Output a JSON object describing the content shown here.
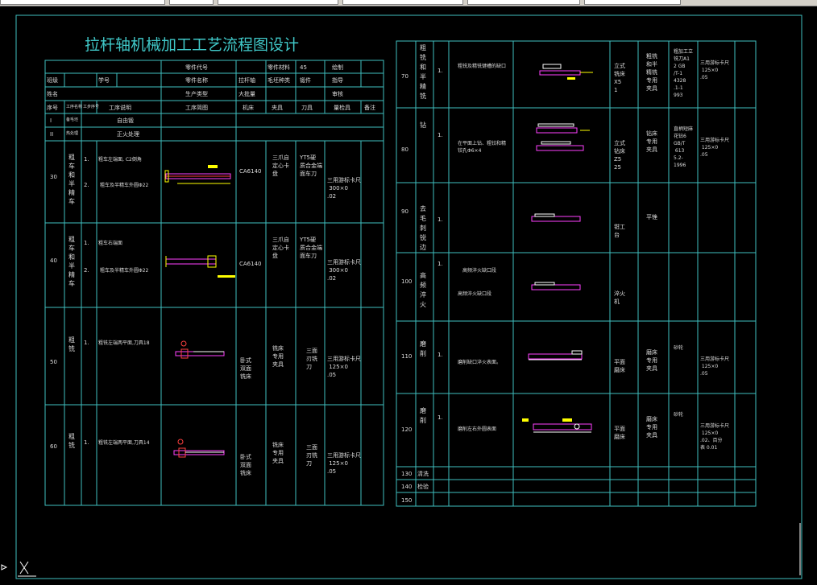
{
  "title": "拉杆轴机械加工工艺流程图设计",
  "colors": {
    "grid": "#3fbfbf",
    "text": "#dcdcdc",
    "accent": "#ffff00",
    "part": "#ff40ff"
  },
  "left_header": {
    "r1": {
      "part_code": "零件代号",
      "material": "零件材料",
      "material_val": "45",
      "drawn": "绘制"
    },
    "r2": {
      "class": "班级",
      "student_no": "学号",
      "part_name": "零件名称",
      "part_name_val": "拉杆轴",
      "blank": "毛坯种类",
      "blank_val": "锻件",
      "guide": "指导"
    },
    "r3": {
      "name": "姓名",
      "prod_type": "生产类型",
      "prod_val": "大批量",
      "review": "审核"
    },
    "cols": {
      "no": "序号",
      "proc": "工序名称",
      "step": "工步序号",
      "desc": "工序说明",
      "sketch": "工序简图",
      "machine": "机床",
      "fixture": "夹具",
      "tool": "刀具",
      "gauge": "量检具",
      "note": "备注"
    }
  },
  "left_rows": [
    {
      "no": "I",
      "proc": "备毛坯",
      "desc": "自由锻"
    },
    {
      "no": "II",
      "proc": "热处理",
      "desc": "正火处理"
    },
    {
      "no": "30",
      "proc": "粗车和半精车",
      "steps": [
        "1.",
        "2."
      ],
      "descs": [
        "粗车左端面, C2倒角",
        "粗车及半精车外圆Φ22"
      ],
      "machine": "CA6140",
      "fixture": "三爪自定心卡盘",
      "tool": "YT5硬质合金端面车刀",
      "gauge": "三用游标卡尺 300×0.02"
    },
    {
      "no": "40",
      "proc": "粗车和半精车",
      "steps": [
        "1.",
        "2."
      ],
      "descs": [
        "粗车右端面",
        "粗车及半精车外圆Φ22"
      ],
      "machine": "CA6140",
      "fixture": "三爪自定心卡盘",
      "tool": "YT5硬质合金端面车刀",
      "gauge": "三用游标卡尺 300×0.02"
    },
    {
      "no": "50",
      "proc": "粗铣",
      "steps": [
        "1."
      ],
      "descs": [
        "粗铣左端两平面,刀具18"
      ],
      "machine": "卧式双面铣床",
      "fixture": "铣床专用夹具",
      "tool": "三面刃铣刀",
      "gauge": "三用游标卡尺 125×0.05"
    },
    {
      "no": "60",
      "proc": "粗铣",
      "steps": [
        "1."
      ],
      "descs": [
        "粗铣左端两平面,刀具14"
      ],
      "machine": "卧式双面铣床",
      "fixture": "铣床专用夹具",
      "tool": "三面刃铣刀",
      "gauge": "三用游标卡尺 125×0.05"
    }
  ],
  "right_rows": [
    {
      "no": "70",
      "proc": "粗铣和半精铣",
      "step": "1.",
      "desc": "粗铣及精铣键槽的缺口",
      "machine": "立式铣床X51",
      "fixture": "粗铣和半精铣专用夹具",
      "tool": "粗加工立铣刀A12 GB/T-14328.1-1993",
      "gauge": "三用游标卡尺 125×0.05"
    },
    {
      "no": "80",
      "proc": "钻",
      "step": "1.",
      "desc": "在平面上钻、粗铰和精铰孔Φ6×4",
      "machine": "立式钻床Z525",
      "fixture": "钻床专用夹具",
      "tool": "直柄短麻花钻6 GB/T 6135.2-1996",
      "gauge": "三用游标卡尺 125×0.05"
    },
    {
      "no": "90",
      "proc": "去毛刺锐边",
      "step": "1.",
      "desc": "",
      "machine": "钳工台",
      "fixture": "平锉",
      "tool": "",
      "gauge": ""
    },
    {
      "no": "100",
      "proc": "高频淬火",
      "step": "1.",
      "desc": "高频淬火缺口段",
      "machine": "淬火机",
      "fixture": "",
      "tool": "",
      "gauge": ""
    },
    {
      "no": "110",
      "proc": "磨削",
      "step": "1.",
      "desc": "磨削缺口淬火表面。",
      "machine": "平面磨床",
      "fixture": "磨床专用夹具",
      "tool": "砂轮",
      "gauge": "三用游标卡尺 125×0.05"
    },
    {
      "no": "120",
      "proc": "磨削",
      "step": "1.",
      "desc": "磨削左右外圆表面",
      "machine": "平面磨床",
      "fixture": "磨床专用夹具",
      "tool": "砂轮",
      "gauge": "三用游标卡尺 125×0.02、百分表 0.01"
    },
    {
      "no": "130",
      "proc": "清洗"
    },
    {
      "no": "140",
      "proc": "检验"
    },
    {
      "no": "150",
      "proc": ""
    }
  ]
}
